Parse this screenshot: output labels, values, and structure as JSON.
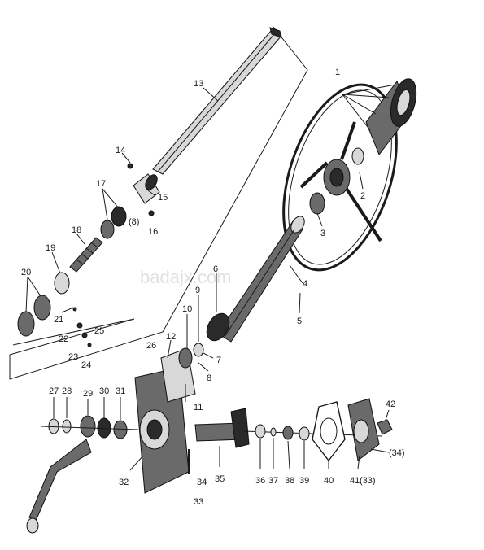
{
  "watermark": "badajx.com",
  "labels": {
    "p1": "1",
    "p2": "2",
    "p3": "3",
    "p4": "4",
    "p5": "5",
    "p6": "6",
    "p7": "7",
    "p8": "8",
    "p9": "9",
    "p10": "10",
    "p11": "11",
    "p12": "12",
    "p13": "13",
    "p14": "14",
    "p15": "15",
    "p16": "16",
    "p17": "17",
    "p8b": "(8)",
    "p18": "18",
    "p19": "19",
    "p20": "20",
    "p21": "21",
    "p22": "22",
    "p23": "23",
    "p24": "24",
    "p25": "25",
    "p26": "26",
    "p27": "27",
    "p28": "28",
    "p29": "29",
    "p30": "30",
    "p31": "31",
    "p32": "32",
    "p33": "33",
    "p34": "34",
    "p35": "35",
    "p36": "36",
    "p37": "37",
    "p38": "38",
    "p39": "39",
    "p40": "40",
    "p41": "41",
    "p33b": "(33)",
    "p42": "42",
    "p34b": "(34)"
  }
}
